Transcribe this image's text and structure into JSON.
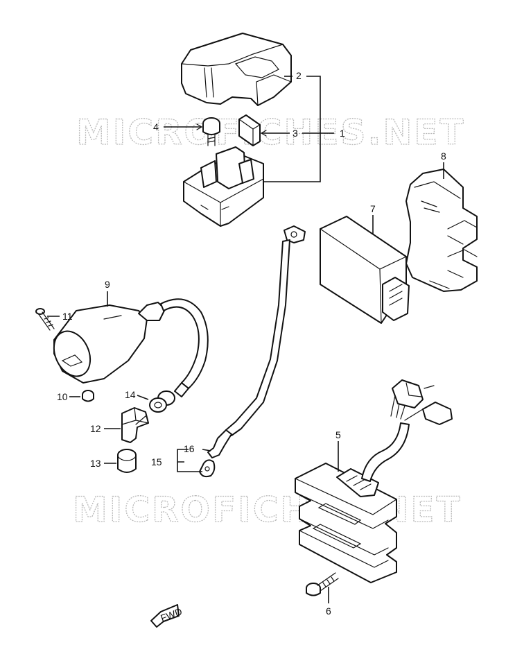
{
  "watermarks": [
    "MICROFICHES.NET",
    "MICROFICHES.NET"
  ],
  "callouts": {
    "p1": "1",
    "p2": "2",
    "p3": "3",
    "p4": "4",
    "p5": "5",
    "p6": "6",
    "p7": "7",
    "p8": "8",
    "p9": "9",
    "p10": "10",
    "p11": "11",
    "p12": "12",
    "p13": "13",
    "p14": "14",
    "p15": "15",
    "p16": "16"
  },
  "direction_badge": "FWD",
  "colors": {
    "ink": "#111111",
    "watermark": "#b8b8b8",
    "background": "#ffffff"
  }
}
